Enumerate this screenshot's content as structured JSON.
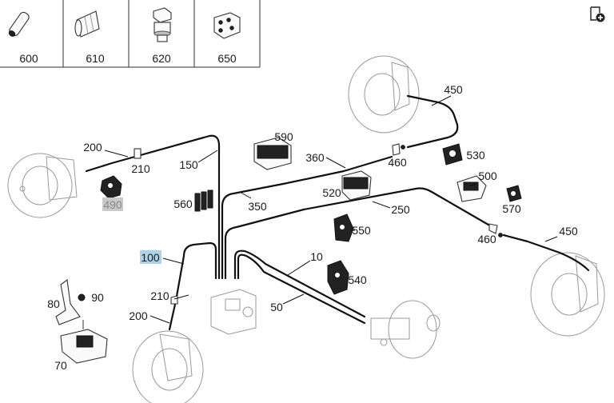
{
  "accessory_table": {
    "cells": [
      {
        "label": "600",
        "icon": "tube-fitting-icon"
      },
      {
        "label": "610",
        "icon": "hex-coupling-icon"
      },
      {
        "label": "620",
        "icon": "bolt-icon"
      },
      {
        "label": "650",
        "icon": "clip-block-icon"
      }
    ]
  },
  "toolbar": {
    "add_icon": "add-to-list-icon"
  },
  "callouts": {
    "c10": "10",
    "c50": "50",
    "c70": "70",
    "c80": "80",
    "c90": "90",
    "c100": "100",
    "c150": "150",
    "c200_left": "200",
    "c200_lower": "200",
    "c210_left": "210",
    "c210_lower": "210",
    "c250": "250",
    "c350": "350",
    "c360": "360",
    "c450_top": "450",
    "c450_right": "450",
    "c460_top": "460",
    "c460_right": "460",
    "c490": "490",
    "c500": "500",
    "c520": "520",
    "c530": "530",
    "c540": "540",
    "c550": "550",
    "c560": "560",
    "c570": "570",
    "c590": "590"
  },
  "highlight": {
    "selected": "100",
    "color": "#a9d4ea",
    "muted": "490"
  }
}
